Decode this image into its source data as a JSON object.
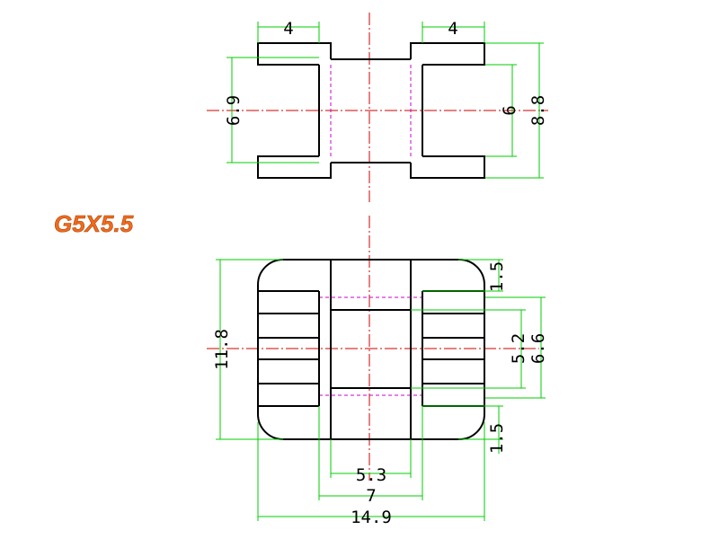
{
  "title": "G5X5.5",
  "colors": {
    "outline": "#000000",
    "dimension": "#00cc00",
    "centerline": "#cc0000",
    "hidden": "#cc00cc",
    "title_fill": "#f26a1b"
  },
  "top_view": {
    "flange_width_left": "4",
    "flange_width_right": "4",
    "inner_height": "6.9",
    "core_height": "6",
    "total_height": "8.8"
  },
  "bottom_view": {
    "total_height": "11.8",
    "top_margin": "1.5",
    "window_inner": "5.2",
    "window_outer": "6.6",
    "bottom_margin": "1.5",
    "center_width": "5.3",
    "slot_width": "7",
    "total_width": "14.9"
  }
}
